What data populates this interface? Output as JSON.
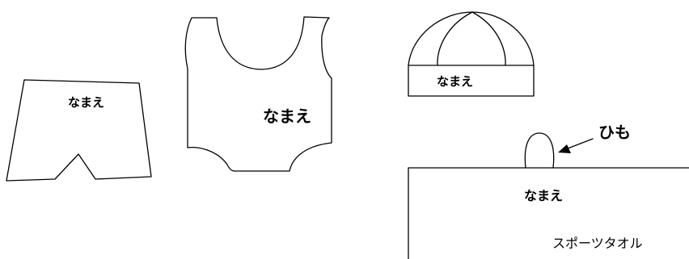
{
  "shorts": {
    "name_label": "なまえ"
  },
  "swimsuit": {
    "name_label": "なまえ"
  },
  "cap": {
    "name_label": "なまえ"
  },
  "towel": {
    "name_label": "なまえ",
    "string_label": "ひも",
    "caption": "スポーツタオル"
  }
}
